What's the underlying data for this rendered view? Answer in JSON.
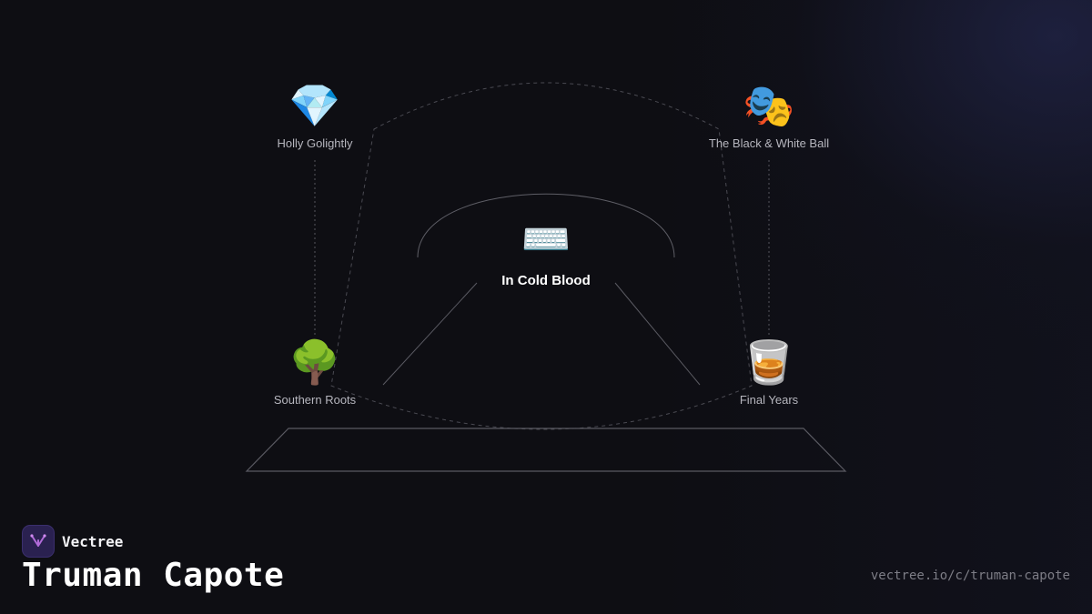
{
  "title": "Truman Capote",
  "brand": {
    "name": "Vectree"
  },
  "url": "vectree.io/c/truman-capote",
  "center": {
    "label": "In Cold Blood",
    "icon": "keyboard-icon",
    "glyph": "⌨️"
  },
  "nodes": {
    "top_left": {
      "label": "Holly Golightly",
      "icon": "gem-icon",
      "glyph": "💎"
    },
    "top_right": {
      "label": "The Black & White Ball",
      "icon": "performing-arts-icon",
      "glyph": "🎭"
    },
    "bottom_left": {
      "label": "Southern Roots",
      "icon": "tree-icon",
      "glyph": "🌳"
    },
    "bottom_right": {
      "label": "Final Years",
      "icon": "whiskey-glass-icon",
      "glyph": "🥃"
    }
  }
}
